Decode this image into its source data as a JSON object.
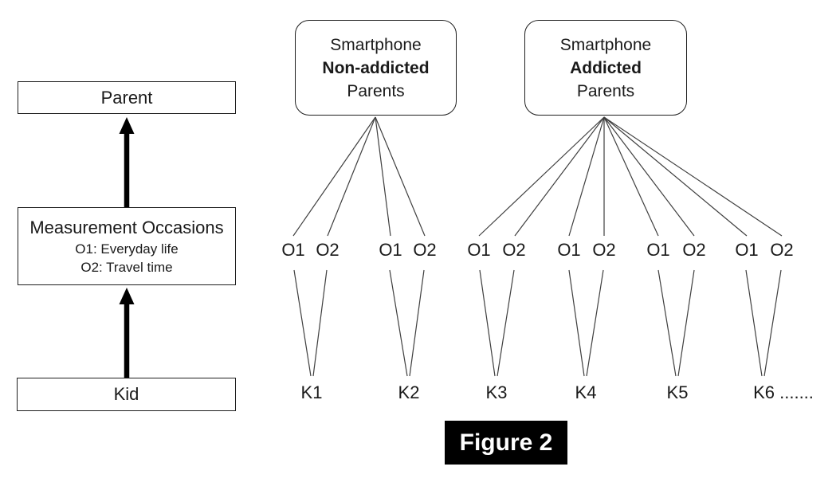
{
  "colors": {
    "background": "#ffffff",
    "line": "#3f3f3f",
    "border": "#1f1f1f",
    "text": "#1a1a1a",
    "caption_background": "#000000",
    "caption_text": "#ffffff"
  },
  "left_panel": {
    "parent_label": "Parent",
    "measurement_title": "Measurement Occasions",
    "measurement_o1": "O1: Everyday life",
    "measurement_o2": "O2: Travel time",
    "kid_label": "Kid"
  },
  "groups": [
    {
      "line1": "Smartphone",
      "line2_bold": "Non-addicted",
      "line3": "Parents"
    },
    {
      "line1": "Smartphone",
      "line2_bold": "Addicted",
      "line3": "Parents"
    }
  ],
  "occasion_labels": [
    "O1",
    "O2",
    "O1",
    "O2",
    "O1",
    "O2",
    "O1",
    "O2",
    "O1",
    "O2",
    "O1",
    "O2"
  ],
  "kid_labels": [
    "K1",
    "K2",
    "K3",
    "K4",
    "K5",
    "K6 ......."
  ],
  "figure_caption": "Figure 2"
}
